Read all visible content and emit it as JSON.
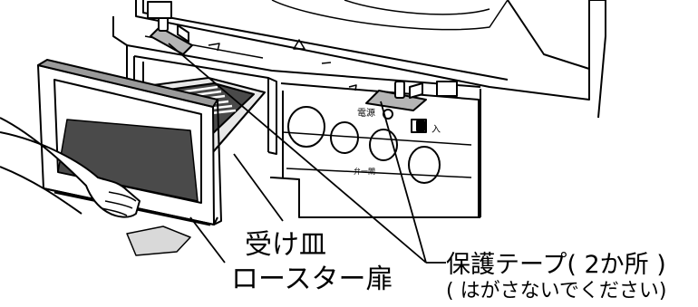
{
  "labels": {
    "tray": "受け皿",
    "door": "ロースター扉",
    "tape": "保護テープ( 2か所 )",
    "note": "( はがさないでください)"
  },
  "panel": {
    "power": "電源",
    "on": "入",
    "sub": "弁一閘"
  },
  "colors": {
    "line": "#000000",
    "tray": "#4a4a4a",
    "shade": "#9a9a9a",
    "tape": "#b5b5b5"
  }
}
